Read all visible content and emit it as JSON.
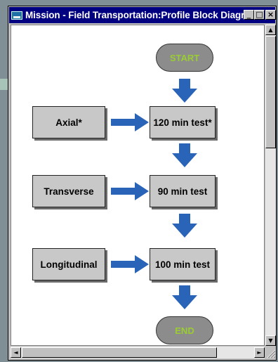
{
  "window": {
    "title": "Mission - Field Transportation:Profile Block Diagram",
    "minimize": "_",
    "maximize": "□",
    "close": "×"
  },
  "diagram": {
    "start": "START",
    "end": "END",
    "axes": [
      "Axial*",
      "Transverse",
      "Longitudinal"
    ],
    "tests": [
      "120 min test*",
      "90 min test",
      "100 min test"
    ]
  },
  "scroll": {
    "up": "▲",
    "down": "▼",
    "left": "◄",
    "right": "►"
  },
  "colors": {
    "arrow": "#2a64b8",
    "oval_text": "#9acd32",
    "titlebar": "#000080"
  }
}
